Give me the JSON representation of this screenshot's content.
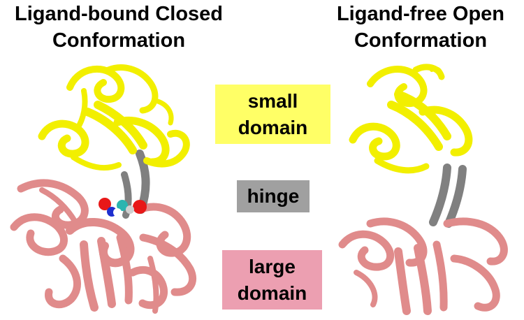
{
  "titles": {
    "closed": {
      "line1": "Ligand-bound Closed",
      "line2": "Conformation"
    },
    "open": {
      "line1": "Ligand-free Open",
      "line2": "Conformation"
    }
  },
  "legend": {
    "small_domain": {
      "line1": "small",
      "line2": "domain",
      "color": "#ffff66"
    },
    "hinge": {
      "label": "hinge",
      "color": "#a0a0a0"
    },
    "large_domain": {
      "line1": "large",
      "line2": "domain",
      "color": "#ec9fb1"
    }
  },
  "colors": {
    "small_domain_ribbon": "#f2ef00",
    "large_domain_ribbon": "#e08b8b",
    "hinge_ribbon": "#808080",
    "ligand_oxygen": "#e81818",
    "ligand_nitrogen": "#1e2fcf",
    "ligand_carbon": "#2ab5b0"
  }
}
